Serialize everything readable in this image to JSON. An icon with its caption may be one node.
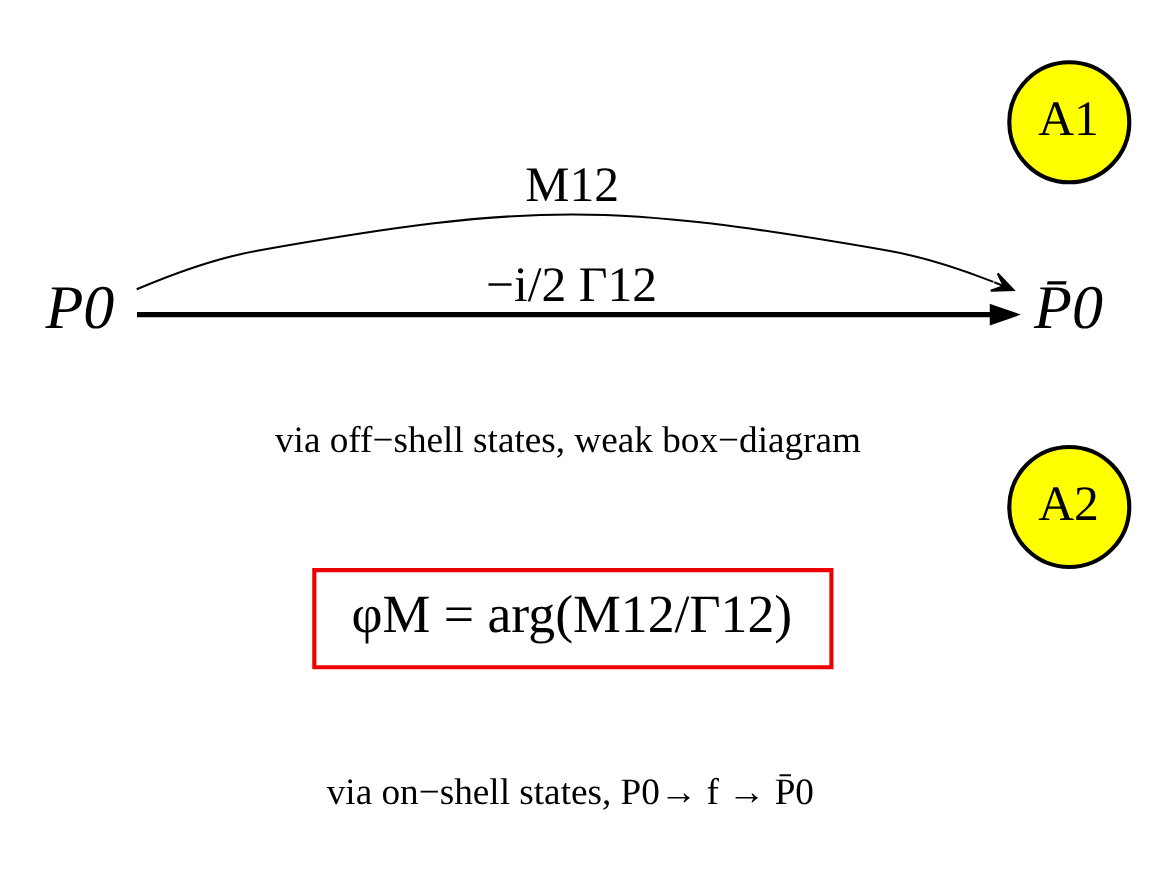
{
  "diagram": {
    "nodes": [
      {
        "text": [
          "P0"
        ]
      },
      {
        "text": [
          "P̄0"
        ]
      },
      {
        "text": [
          "φM = arg(M12/Γ12)"
        ]
      },
      {
        "text": [
          "A1"
        ]
      },
      {
        "text": [
          "A2"
        ]
      }
    ],
    "edges": [
      {
        "from": 0,
        "to": 1,
        "arrow": "to",
        "label": "M12"
      },
      {
        "from": 0,
        "to": 1,
        "arrow": "to",
        "label": "−i/2 Γ12",
        "style": "thick"
      }
    ],
    "labels": [
      "via off−shell states, weak box−diagram",
      "via on−shell states, P0→ f → P̄0"
    ]
  }
}
